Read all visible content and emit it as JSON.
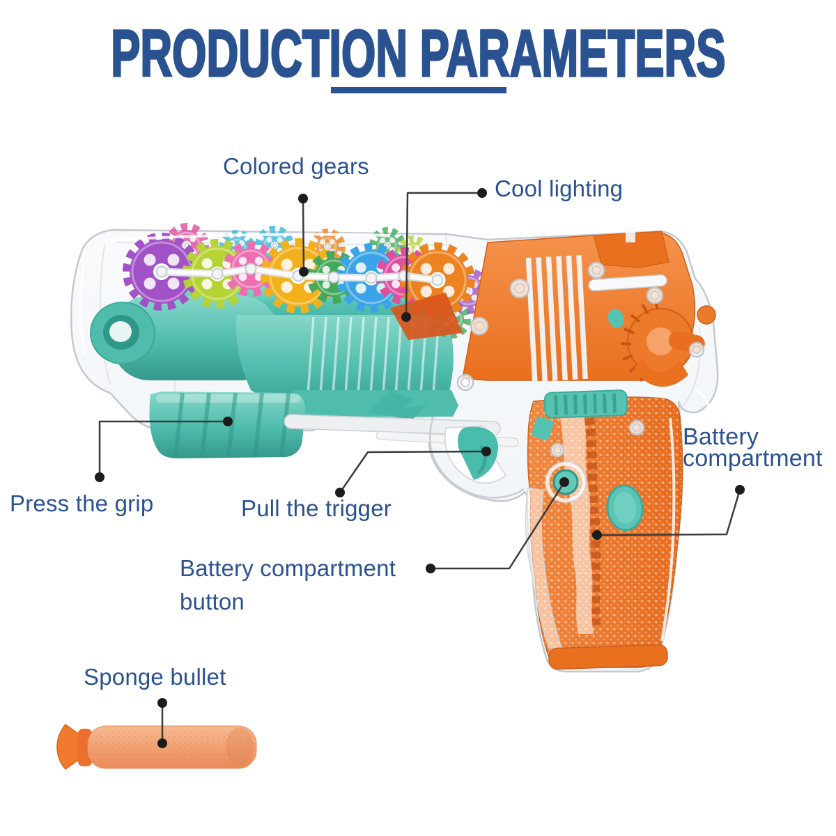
{
  "header": {
    "title": "PRODUCTION PARAMETERS"
  },
  "diagram": {
    "labels": [
      {
        "id": "colored-gears",
        "text": "Colored gears"
      },
      {
        "id": "cool-lighting",
        "text": "Cool lighting"
      },
      {
        "id": "press-the-grip",
        "text": "Press the grip"
      },
      {
        "id": "pull-the-trigger",
        "text": "Pull the trigger"
      },
      {
        "id": "battery-compartment",
        "text": "Battery compartment"
      },
      {
        "id": "battery-compartment-button",
        "text": "Battery compartment button"
      },
      {
        "id": "sponge-bullet",
        "text": "Sponge bullet"
      }
    ]
  },
  "colors": {
    "title_text": "#2A5290",
    "label_text": "#2A5290",
    "leader_line": "#3A3A3A",
    "leader_dot": "#1C1C1C",
    "teal": "#55C2B2",
    "teal_dark": "#3FA99A",
    "orange": "#ED7226",
    "orange_dark": "#D05F15",
    "sponge_body": "#F5A87E",
    "sponge_tip": "#EE6F2D",
    "gear_palette": {
      "purple": "#A152C6",
      "lime": "#B5D334",
      "pink": "#ED6FB1",
      "gold": "#F2B01C",
      "green": "#44A95B",
      "blue": "#3BA4E8",
      "magenta": "#DE4F9E",
      "dkorange": "#EC8220",
      "cyan": "#39B7D8"
    }
  }
}
